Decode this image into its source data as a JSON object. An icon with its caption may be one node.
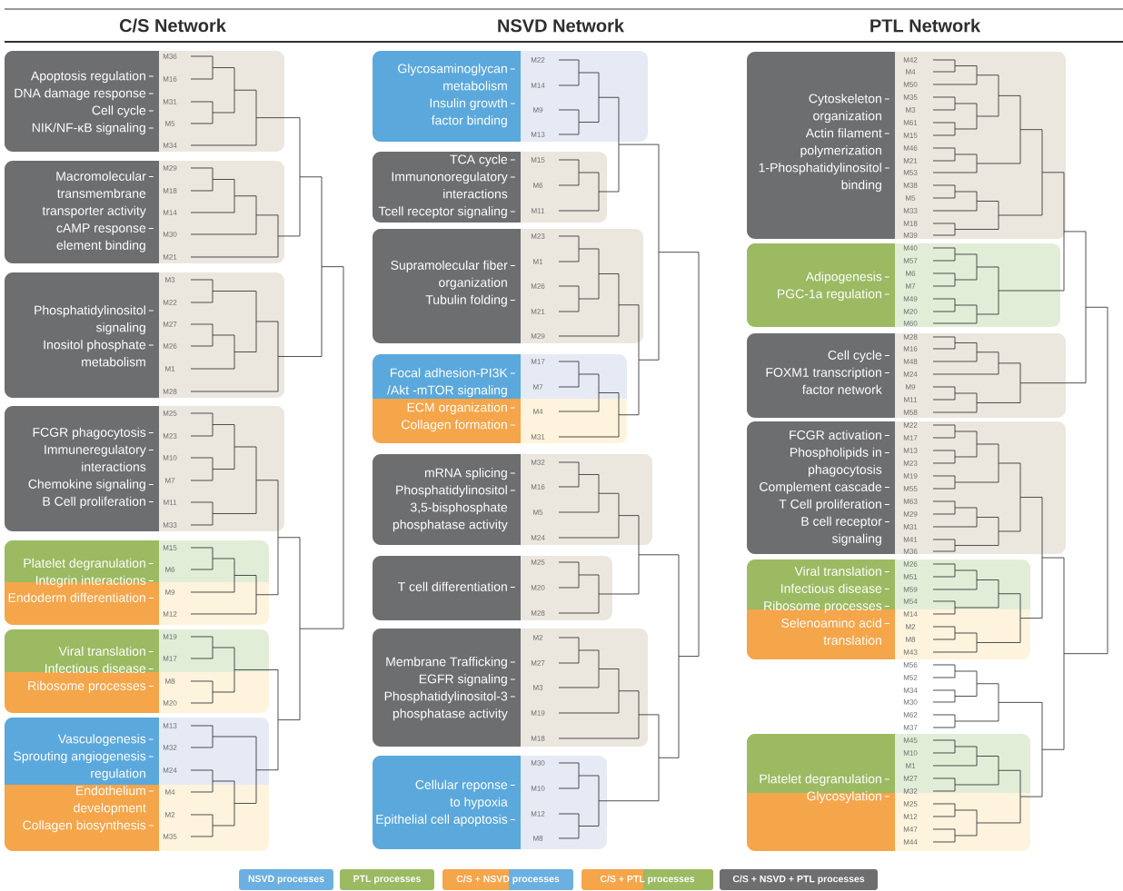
{
  "diagram": {
    "nodes": [
      {
        "text": [
          "Apoptosis regulation",
          "DNA damage response",
          "Cell cycle",
          "NIK/NF-κB signaling"
        ]
      },
      {
        "text": [
          "Macromolecular transmembrane transporter activity",
          "cAMP response element binding"
        ]
      },
      {
        "text": [
          "Phosphatidylinositol signaling",
          "Inositol phosphate metabolism"
        ]
      },
      {
        "text": [
          "FCGR phagocytosis",
          "Immuneregulatory interactions",
          "Chemokine signaling",
          "B Cell proliferation"
        ]
      },
      {
        "text": [
          "Platelet degranulation",
          "Integrin interactions",
          "Endoderm differentiation"
        ]
      },
      {
        "text": [
          "Viral translation",
          "Infectious disease",
          "Ribosome processes"
        ]
      },
      {
        "text": [
          "Vasculogenesis",
          "Sprouting angiogenesis regulation",
          "Endothelium development",
          "Collagen biosynthesis"
        ]
      },
      {
        "text": [
          "Glycosaminoglycan metabolism",
          "Insulin growth factor binding"
        ]
      },
      {
        "text": [
          "TCA cycle",
          "Immunonoregulatory interactions",
          "Tcell receptor signaling"
        ]
      },
      {
        "text": [
          "Supramolecular fiber organization",
          "Tubulin folding"
        ]
      },
      {
        "text": [
          "Focal adhesion-PI3K /Akt -mTOR signaling",
          "ECM organization",
          "Collagen formation"
        ]
      },
      {
        "text": [
          "mRNA splicing",
          "Phosphatidylinositol 3,5-bisphosphate phosphatase activity"
        ]
      },
      {
        "text": [
          "T cell differentiation"
        ]
      },
      {
        "text": [
          "Membrane Trafficking",
          "EGFR signaling",
          "Phosphatidylinositol-3 phosphatase activity"
        ]
      },
      {
        "text": [
          "Cellular reponse to hypoxia",
          "Epithelial cell apoptosis"
        ]
      },
      {
        "text": [
          "Cytoskeleton organization",
          "Actin filament polymerization",
          "1-Phosphatidylinositol binding"
        ]
      },
      {
        "text": [
          "Adipogenesis",
          "PGC-1a regulation"
        ]
      },
      {
        "text": [
          "Cell cycle",
          "FOXM1 transcription factor network"
        ]
      },
      {
        "text": [
          "FCGR activation",
          "Phospholipids in phagocytosis",
          "Complement cascade",
          "T Cell proliferation",
          "B cell receptor signaling"
        ]
      },
      {
        "text": [
          "Viral translation",
          "Infectious disease",
          "Ribosome processes",
          "Selenoamino acid translation"
        ]
      },
      {
        "text": [
          "Platelet degranulation",
          "Glycosylation"
        ]
      }
    ],
    "labels": [
      "C/S Network",
      "NSVD Network",
      "PTL Network",
      "M36",
      "M16",
      "M31",
      "M5",
      "M34",
      "M29",
      "M18",
      "M14",
      "M30",
      "M21",
      "M3",
      "M22",
      "M27",
      "M26",
      "M1",
      "M28",
      "M25",
      "M23",
      "M10",
      "M7",
      "M11",
      "M33",
      "M15",
      "M6",
      "M9",
      "M12",
      "M19",
      "M17",
      "M8",
      "M20",
      "M13",
      "M32",
      "M24",
      "M4",
      "M2",
      "M35",
      "M22",
      "M14",
      "M9",
      "M13",
      "M15",
      "M6",
      "M11",
      "M23",
      "M1",
      "M26",
      "M21",
      "M29",
      "M17",
      "M7",
      "M4",
      "M31",
      "M32",
      "M16",
      "M5",
      "M24",
      "M25",
      "M20",
      "M28",
      "M2",
      "M27",
      "M3",
      "M19",
      "M18",
      "M30",
      "M10",
      "M12",
      "M8",
      "M42",
      "M4",
      "M50",
      "M35",
      "M3",
      "M61",
      "M15",
      "M46",
      "M21",
      "M53",
      "M38",
      "M5",
      "M33",
      "M18",
      "M39",
      "M40",
      "M57",
      "M6",
      "M7",
      "M49",
      "M20",
      "M60",
      "M28",
      "M16",
      "M48",
      "M24",
      "M9",
      "M11",
      "M58",
      "M22",
      "M17",
      "M13",
      "M23",
      "M19",
      "M55",
      "M63",
      "M29",
      "M31",
      "M41",
      "M36",
      "M26",
      "M51",
      "M59",
      "M54",
      "M14",
      "M2",
      "M8",
      "M43",
      "M56",
      "M52",
      "M34",
      "M30",
      "M62",
      "M37",
      "M45",
      "M10",
      "M1",
      "M27",
      "M32",
      "M25",
      "M12",
      "M47",
      "M44"
    ],
    "legend": [
      {
        "text": "NSVD processes",
        "color": "#6cb0e2"
      },
      {
        "text": "PTL processes",
        "color": "#9bba62"
      },
      {
        "text": "C/S + NSVD processes",
        "color": "#f5a54a"
      },
      {
        "text": "C/S + PTL processes",
        "color": "#f5a54a"
      },
      {
        "text": "C/S + NSVD + PTL processes",
        "color": "#6d6e70"
      }
    ]
  }
}
